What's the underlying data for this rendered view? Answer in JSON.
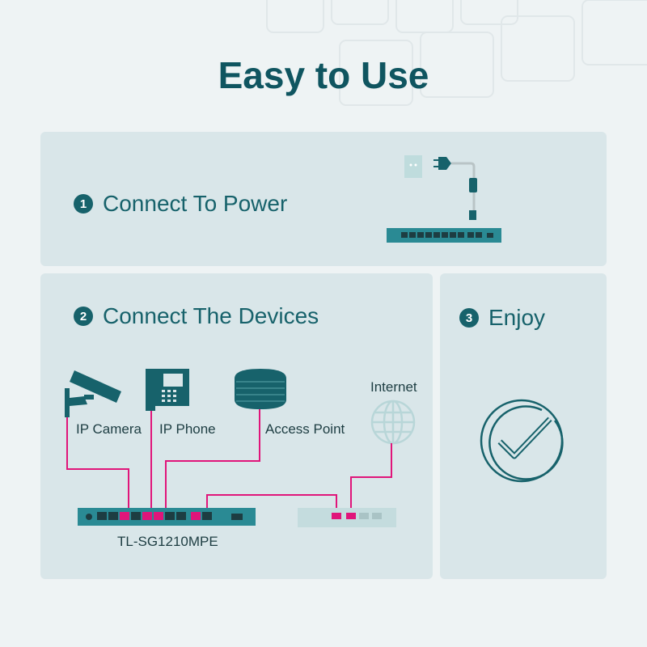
{
  "title": "Easy to Use",
  "steps": [
    {
      "number": "1",
      "label": "Connect To Power"
    },
    {
      "number": "2",
      "label": "Connect The Devices"
    },
    {
      "number": "3",
      "label": "Enjoy"
    }
  ],
  "devices": {
    "camera": "IP Camera",
    "phone": "IP Phone",
    "access_point": "Access Point",
    "internet": "Internet",
    "switch_model": "TL-SG1210MPE"
  },
  "colors": {
    "accent": "#17626b",
    "cable": "#e0157a",
    "panel": "#d9e6e9",
    "switch": "#2a8a94"
  }
}
